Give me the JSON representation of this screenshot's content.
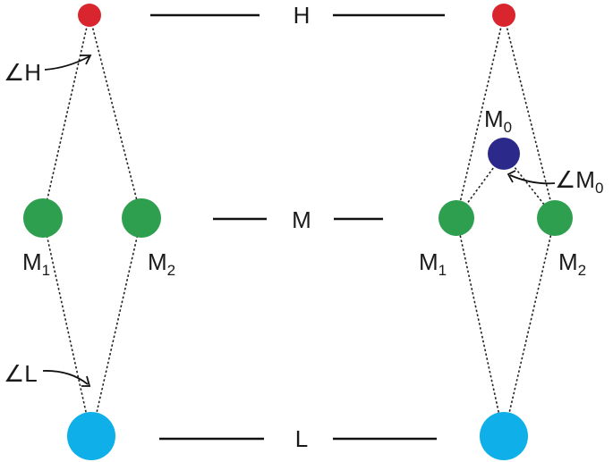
{
  "levels": {
    "high": "H",
    "middle": "M",
    "low": "L"
  },
  "left_diagram": {
    "m1_label": "M",
    "m1_sub": "1",
    "m2_label": "M",
    "m2_sub": "2",
    "angle_h_label": "∠H",
    "angle_l_label": "∠L"
  },
  "right_diagram": {
    "m0_label": "M",
    "m0_sub": "0",
    "m1_label": "M",
    "m1_sub": "1",
    "m2_label": "M",
    "m2_sub": "2",
    "angle_m0_label": "∠M",
    "angle_m0_sub": "0"
  },
  "colors": {
    "high_node": "#d9262e",
    "middle_node": "#2e9e4f",
    "extra_node": "#2b2a8a",
    "low_node": "#0fb0ea"
  }
}
